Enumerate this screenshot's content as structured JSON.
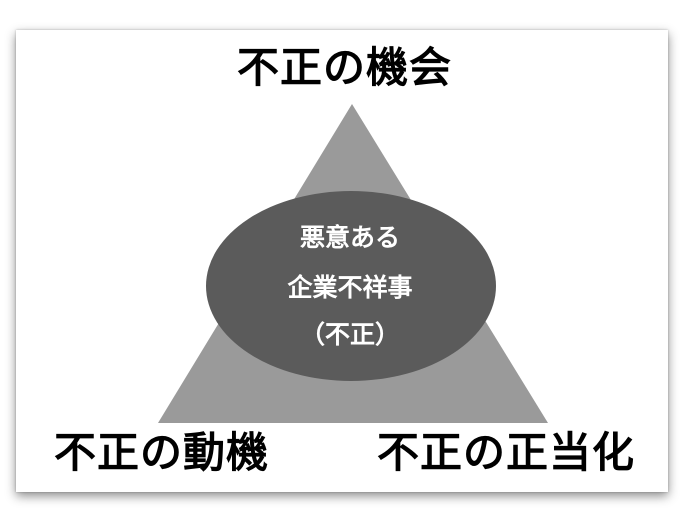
{
  "diagram": {
    "vertex_top": "不正の機会",
    "vertex_left": "不正の動機",
    "vertex_right": "不正の正当化",
    "center_lines": [
      "悪意ある",
      "企業不祥事",
      "（不正）"
    ]
  },
  "colors": {
    "triangle_fill": "#9a9a9a",
    "ellipse_fill": "#5b5b5b",
    "center_text": "#ffffff",
    "label_text": "#000000"
  }
}
